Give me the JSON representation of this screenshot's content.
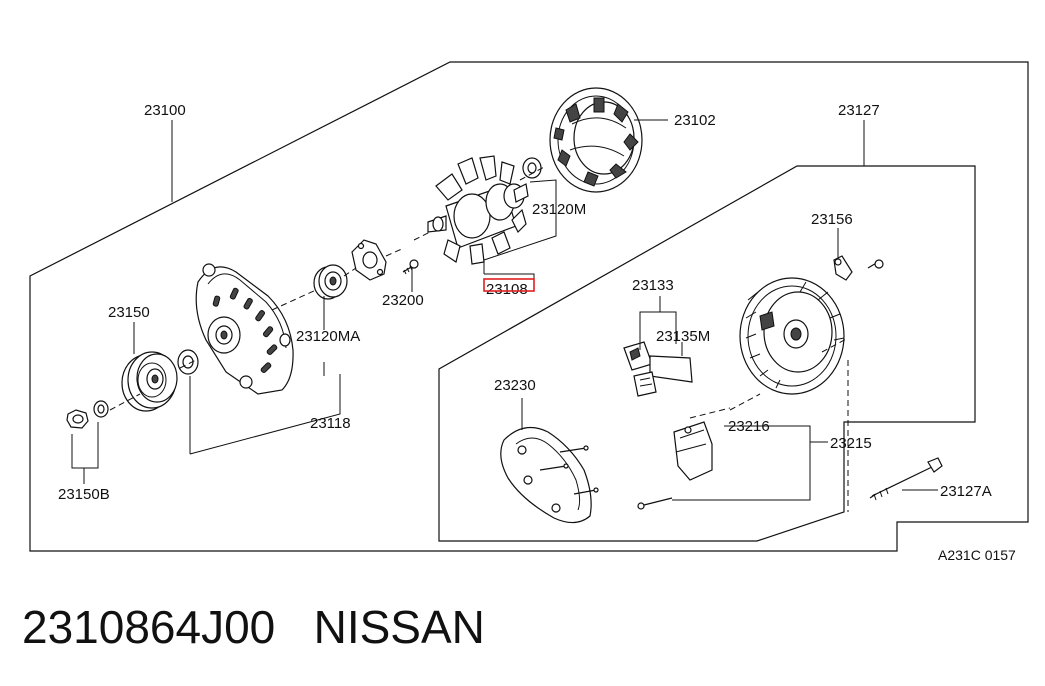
{
  "diagram": {
    "labels": {
      "p23100": "23100",
      "p23102": "23102",
      "p23127": "23127",
      "p23156": "23156",
      "p23120M": "23120M",
      "p23108": "23108",
      "p23200": "23200",
      "p23150": "23150",
      "p23120MA": "23120MA",
      "p23133": "23133",
      "p23135M": "23135M",
      "p23118": "23118",
      "p23230": "23230",
      "p23216": "23216",
      "p23215": "23215",
      "p23127A": "23127A",
      "p23150B": "23150B"
    },
    "figure_ref": "A231C 0157",
    "highlighted_part": "23108"
  },
  "caption": {
    "part_number": "2310864J00",
    "brand": "NISSAN"
  }
}
